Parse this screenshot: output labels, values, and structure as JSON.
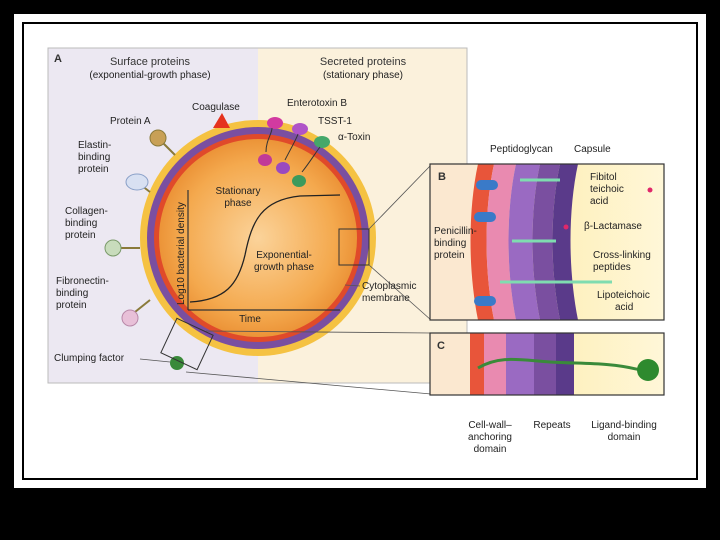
{
  "panel_a": {
    "letter": "A",
    "surface_title": "Surface proteins",
    "surface_subtitle": "(exponential-growth phase)",
    "secreted_title": "Secreted proteins",
    "secreted_subtitle": "(stationary phase)",
    "protein_a": "Protein A",
    "coagulase": "Coagulase",
    "enterotoxin_b": "Enterotoxin B",
    "tsst1": "TSST-1",
    "alpha_toxin": "α-Toxin",
    "elastin": [
      "Elastin-",
      "binding",
      "protein"
    ],
    "collagen": [
      "Collagen-",
      "binding",
      "protein"
    ],
    "fibronectin": [
      "Fibronectin-",
      "binding",
      "protein"
    ],
    "clumping": "Clumping factor",
    "stationary_phase": [
      "Stationary",
      "phase"
    ],
    "exponential_phase": [
      "Exponential-",
      "growth phase"
    ],
    "ylabel": "Log10 bacterial density",
    "xlabel": "Time",
    "cytoplasmic": [
      "Cytoplasmic",
      "membrane"
    ]
  },
  "panel_b": {
    "letter": "B",
    "peptidoglycan": "Peptidoglycan",
    "capsule": "Capsule",
    "fibitol": [
      "Fibitol",
      "teichoic",
      "acid"
    ],
    "penicillin": [
      "Penicillin-",
      "binding",
      "protein"
    ],
    "lactamase": "β-Lactamase",
    "crosslinking": [
      "Cross-linking",
      "peptides"
    ],
    "lipoteichoic": [
      "Lipoteichoic",
      "acid"
    ]
  },
  "panel_c": {
    "letter": "C",
    "anchoring": [
      "Cell-wall–",
      "anchoring",
      "domain"
    ],
    "repeats": "Repeats",
    "ligand": [
      "Ligand-binding",
      "domain"
    ]
  },
  "colors": {
    "surface_bg": "#ece8f2",
    "secreted_bg": "#fbf1dc",
    "cell_orange": "#f0a040",
    "wall_purple": "#7a4fa0",
    "capsule_yellow": "#fde79a",
    "membrane_red": "#e04a2a"
  }
}
